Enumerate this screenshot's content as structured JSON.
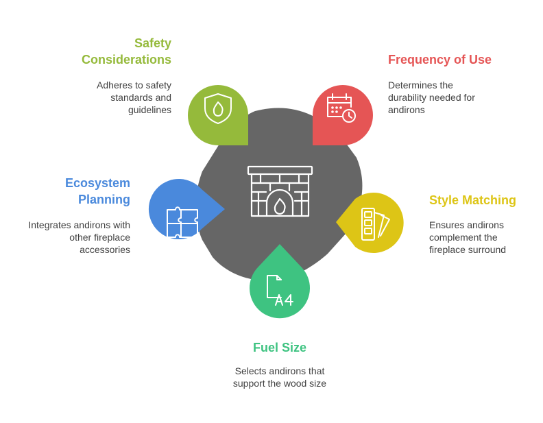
{
  "center": {
    "icon": "fireplace-icon",
    "color": "#666666"
  },
  "nodes": [
    {
      "id": "safety",
      "title": "Safety Considerations",
      "title_lines": [
        "Safety",
        "Considerations"
      ],
      "description_lines": [
        "Adheres to safety",
        "standards and",
        "guidelines"
      ],
      "icon": "shield-flame-icon",
      "color": "#95BA3B"
    },
    {
      "id": "frequency",
      "title": "Frequency of Use",
      "title_lines": [
        "Frequency of Use"
      ],
      "description_lines": [
        "Determines the",
        "durability needed for",
        "andirons"
      ],
      "icon": "calendar-clock-icon",
      "color": "#E55555"
    },
    {
      "id": "style",
      "title": "Style Matching",
      "title_lines": [
        "Style Matching"
      ],
      "description_lines": [
        "Ensures andirons",
        "complement the",
        "fireplace surround"
      ],
      "icon": "color-swatch-icon",
      "color": "#DDC516"
    },
    {
      "id": "fuel",
      "title": "Fuel Size",
      "title_lines": [
        "Fuel Size"
      ],
      "description_lines": [
        "Selects andirons that",
        "support the wood size"
      ],
      "icon": "a4-document-icon",
      "color": "#3EC381"
    },
    {
      "id": "ecosystem",
      "title": "Ecosystem Planning",
      "title_lines": [
        "Ecosystem",
        "Planning"
      ],
      "description_lines": [
        "Integrates andirons with",
        "other fireplace",
        "accessories"
      ],
      "icon": "puzzle-icon",
      "color": "#4A89DC"
    }
  ]
}
